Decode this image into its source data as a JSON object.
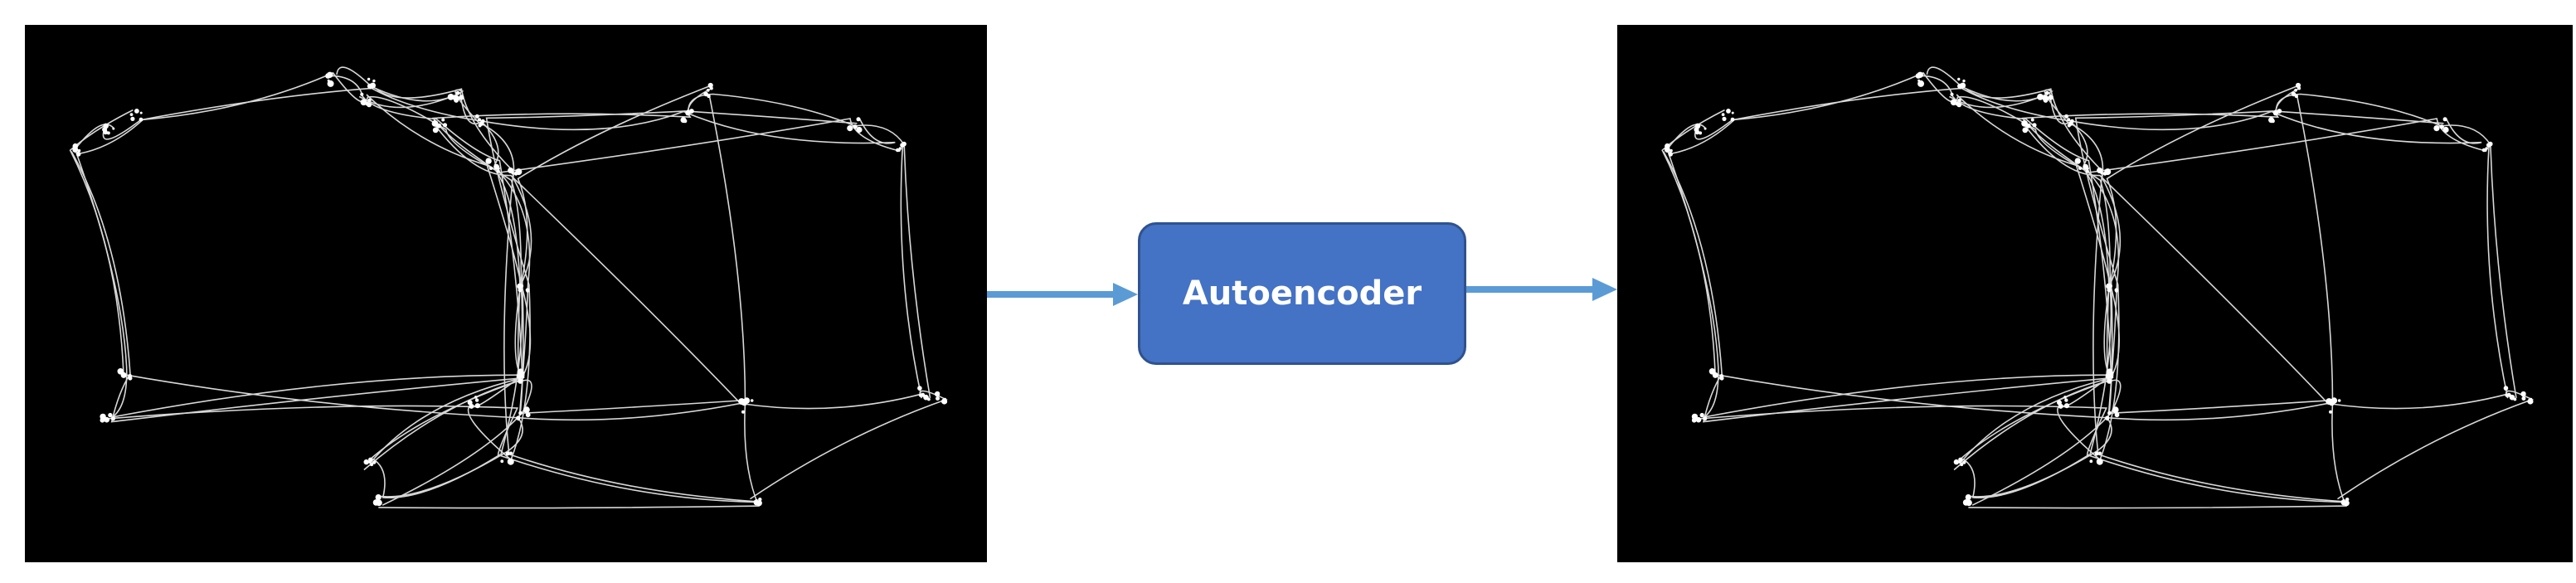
{
  "diagram": {
    "input_image": {
      "description": "input-trajectory-image"
    },
    "model": {
      "label": "Autoencoder",
      "fill": "#4472C4",
      "border": "#2F528F"
    },
    "output_image": {
      "description": "reconstructed-trajectory-image"
    },
    "arrow_color": "#5B9BD5"
  }
}
